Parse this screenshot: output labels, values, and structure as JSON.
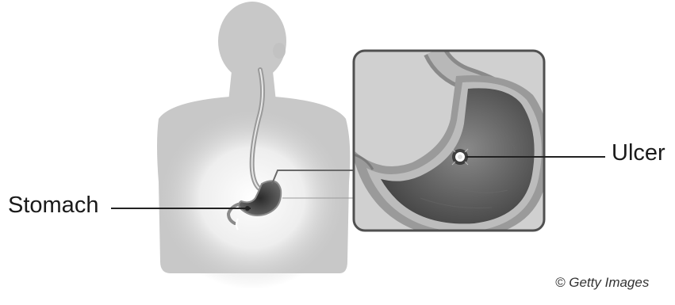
{
  "labels": {
    "stomach": "Stomach",
    "ulcer": "Ulcer"
  },
  "credit": "© Getty Images",
  "colors": {
    "body_fill": "#c8c8c8",
    "body_glow": "#ffffff",
    "stomach_dark": "#4a4a4a",
    "inset_border": "#505050",
    "inset_bg": "#d4d4d4",
    "leader_line": "#222222"
  }
}
